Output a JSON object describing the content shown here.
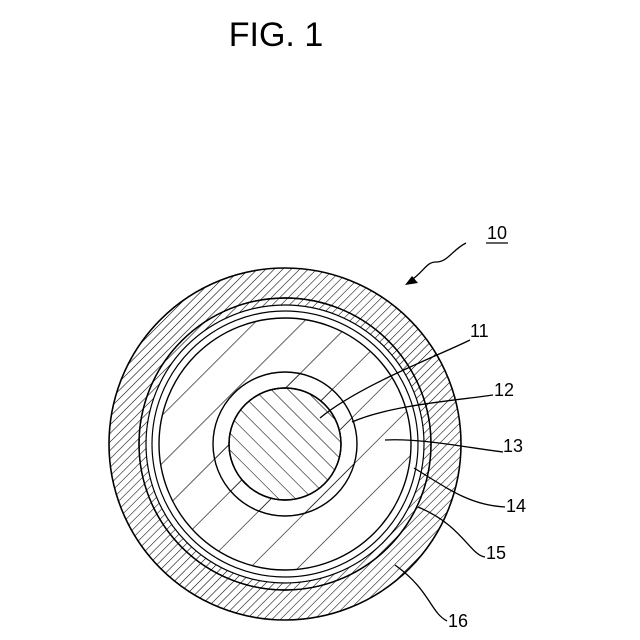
{
  "figure": {
    "title": "FIG. 1",
    "assembly_ref": "10",
    "references": [
      {
        "label": "11"
      },
      {
        "label": "12"
      },
      {
        "label": "13"
      },
      {
        "label": "14"
      },
      {
        "label": "15"
      },
      {
        "label": "16"
      }
    ]
  },
  "colors": {
    "ink": "#000000",
    "paper": "#ffffff"
  }
}
